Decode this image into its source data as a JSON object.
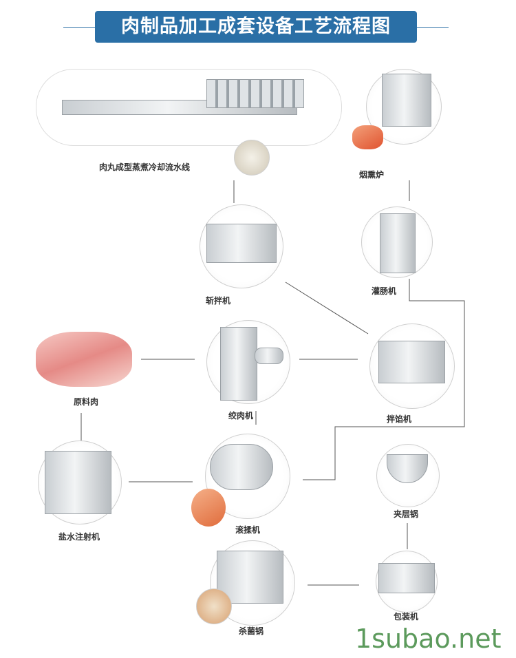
{
  "title": "肉制品加工成套设备工艺流程图",
  "nodes": {
    "meatball_line": "肉丸成型蒸煮冷却流水线",
    "smokehouse": "烟熏炉",
    "chopper": "斩拌机",
    "sausage_filler": "灌肠机",
    "raw_meat": "原料肉",
    "grinder": "绞肉机",
    "mixer": "拌馅机",
    "brine_injector": "盐水注射机",
    "tumbler": "滚揉机",
    "jacketed_kettle": "夹层锅",
    "sterilizer": "杀菌锅",
    "packaging": "包装机"
  },
  "watermark": "1subao.net",
  "colors": {
    "title_bg": "#2a6fa6",
    "lines": "#555555",
    "watermark": "#5c9a5c"
  }
}
